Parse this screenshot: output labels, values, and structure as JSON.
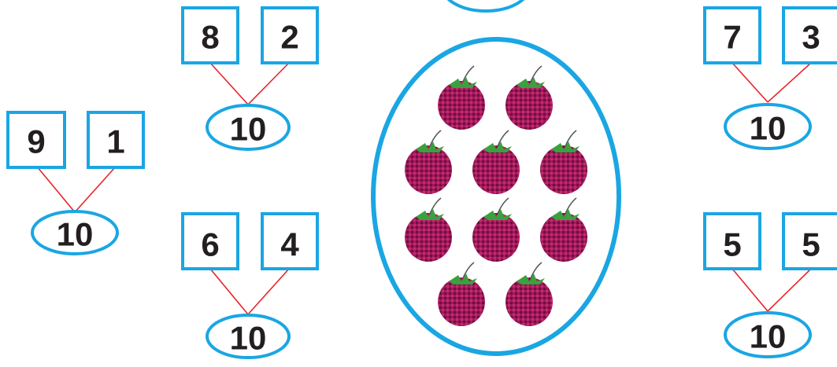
{
  "colors": {
    "box_stroke": "#1aa6e3",
    "connector": "#e8242a",
    "text": "#231f20",
    "berry": "#a3195b",
    "leaf": "#3aa13f"
  },
  "bonds": [
    {
      "parts": [
        "9",
        "1"
      ],
      "whole": "10"
    },
    {
      "parts": [
        "8",
        "2"
      ],
      "whole": "10"
    },
    {
      "parts": [
        "6",
        "4"
      ],
      "whole": "10"
    },
    {
      "parts": [
        "7",
        "3"
      ],
      "whole": "10"
    },
    {
      "parts": [
        "5",
        "5"
      ],
      "whole": "10"
    }
  ],
  "berries": {
    "count": 10,
    "icon": "raspberry-icon"
  }
}
